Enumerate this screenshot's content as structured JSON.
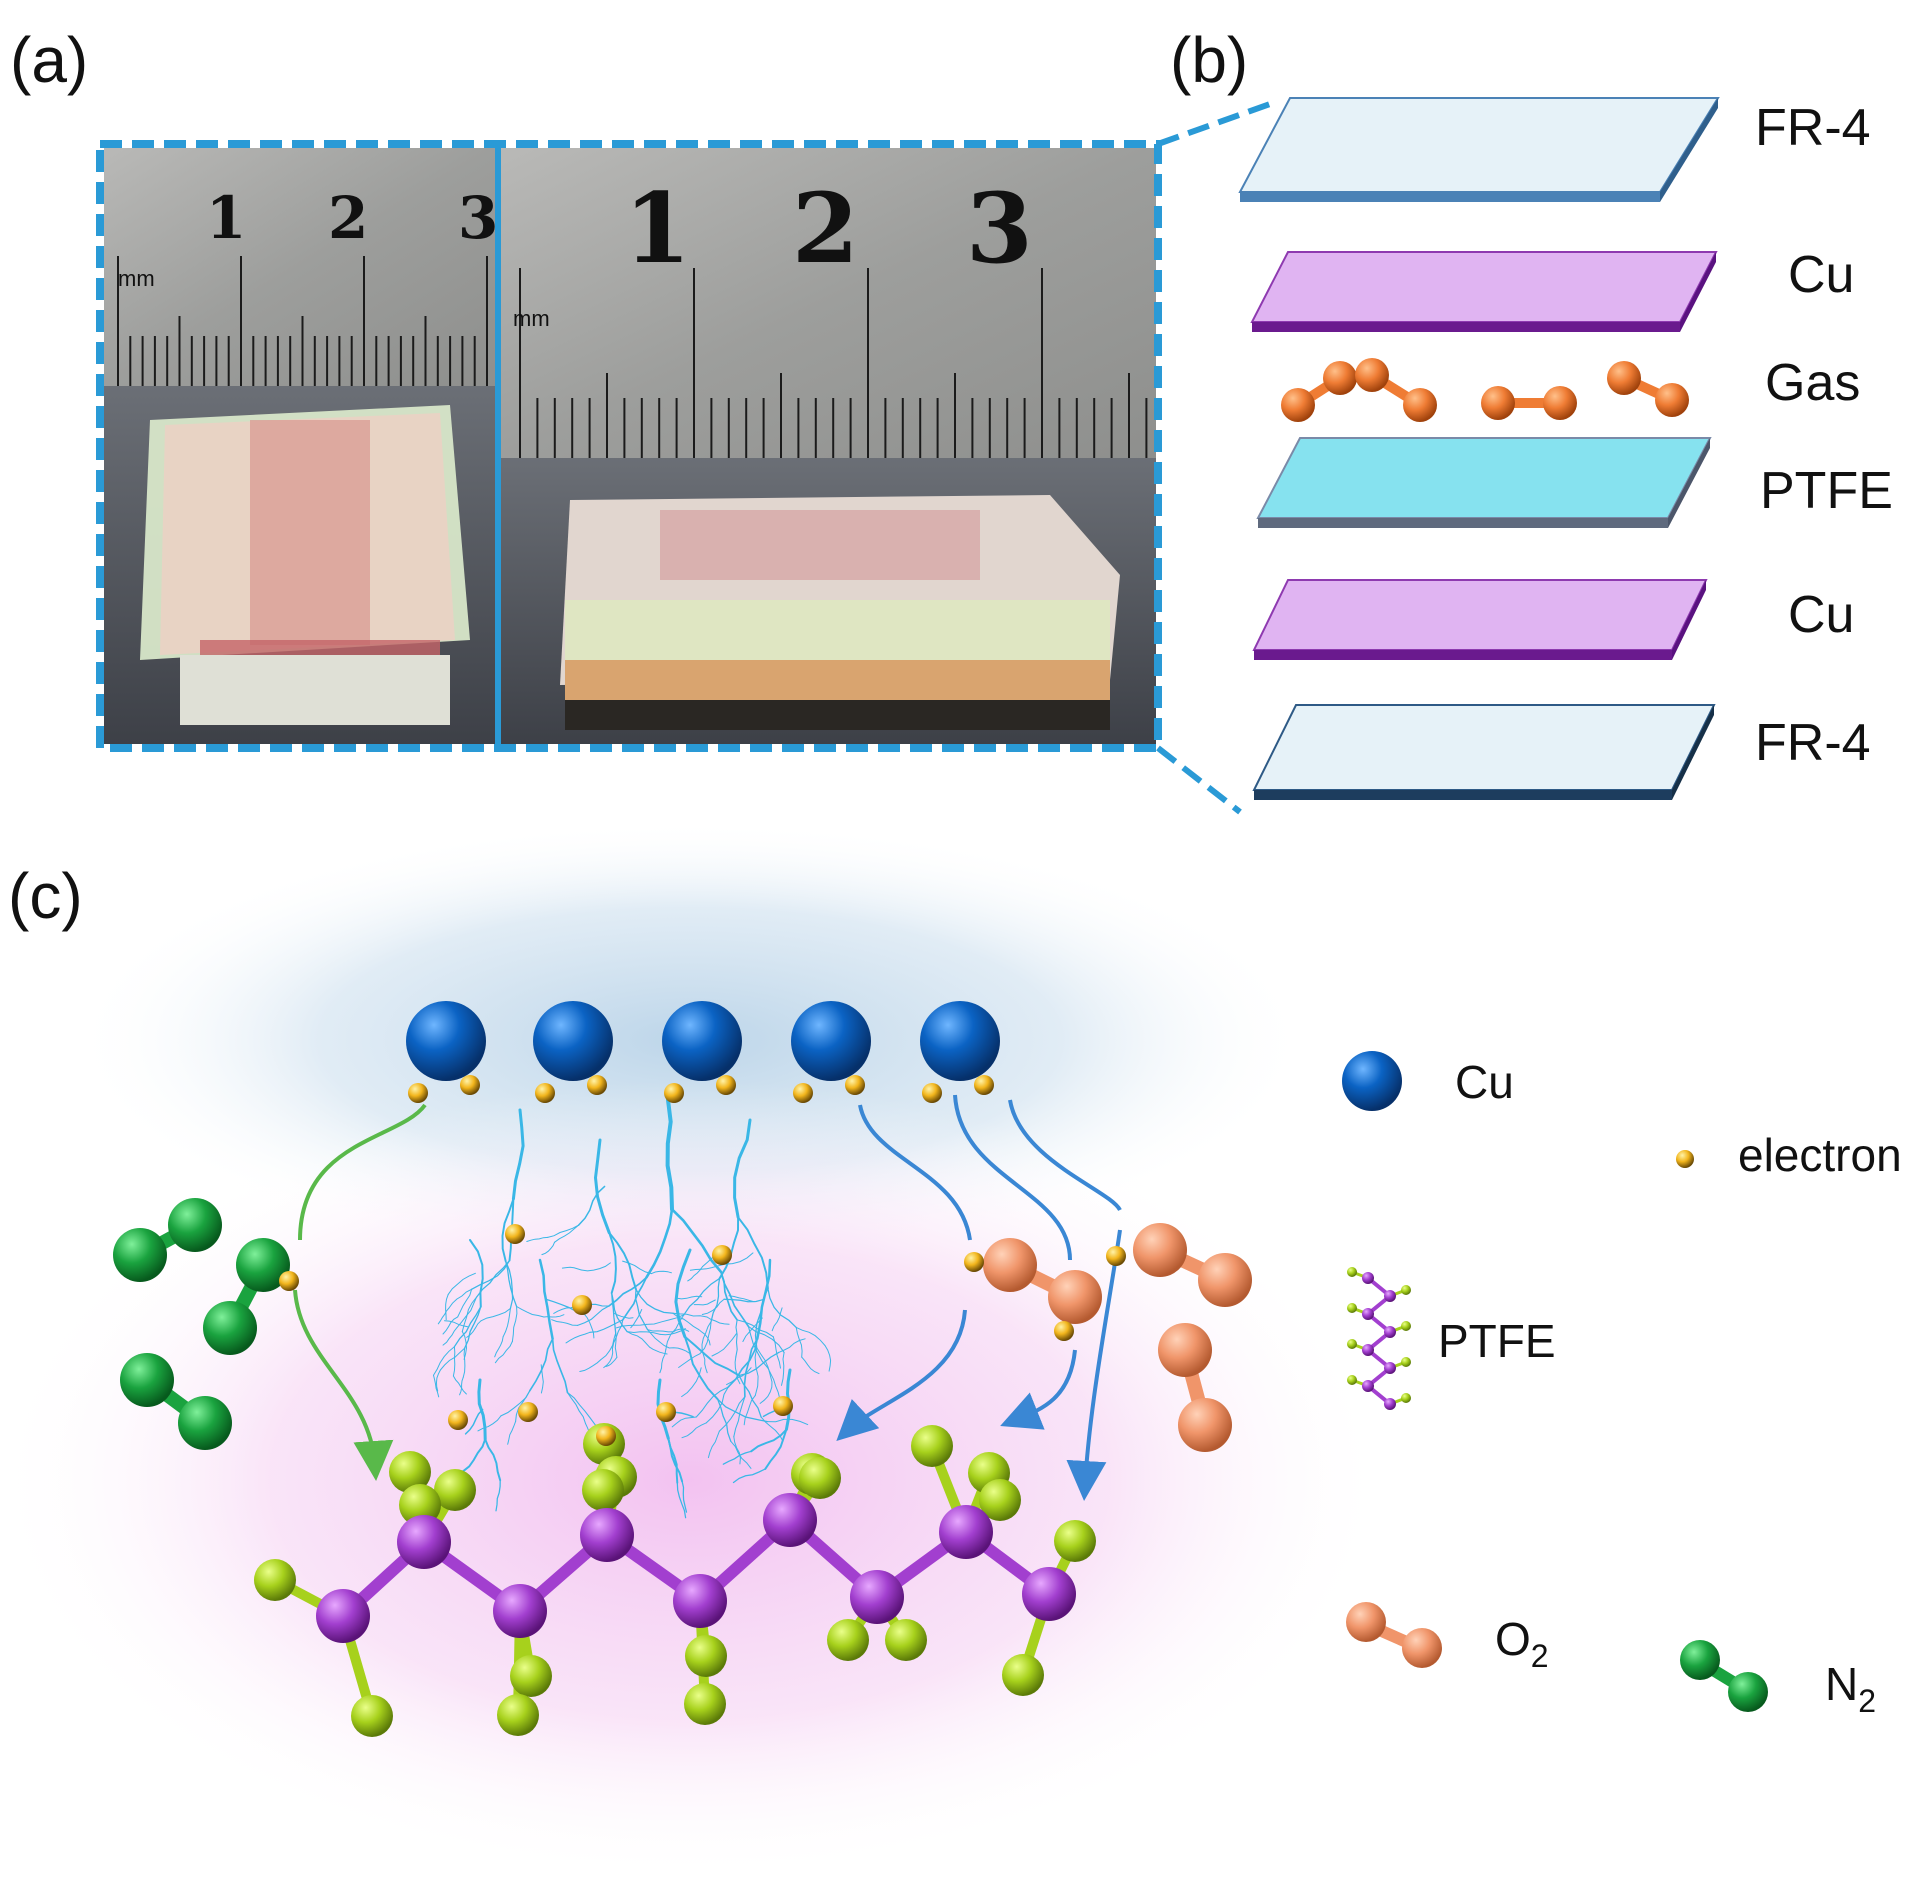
{
  "panels": {
    "a": "(a)",
    "b": "(b)",
    "c": "(c)"
  },
  "photos": {
    "left": {
      "unit": "mm",
      "ticks": [
        "1",
        "2",
        "3"
      ]
    },
    "right": {
      "unit": "mm",
      "ticks": [
        "1",
        "2",
        "3"
      ]
    }
  },
  "layers": [
    "FR-4",
    "Cu",
    "Gas",
    "PTFE",
    "Cu",
    "FR-4"
  ],
  "legend": {
    "cu": "Cu",
    "electron": "electron",
    "ptfe": "PTFE",
    "n2": "N",
    "n2_sub": "2",
    "o2": "O",
    "o2_sub": "2"
  },
  "colors": {
    "frame": "#2a9ad6",
    "fr4": "#e6f2f8",
    "cu_layer": "#e0b4f2",
    "ptfe_layer": "#86e2ef",
    "gas": "#ef7c34",
    "cu_atom": "#0b63c4",
    "electron": "#f2b51c",
    "carbon": "#a23fcf",
    "fluorine": "#a7d11c",
    "n2": "#1aa33f",
    "o2": "#f0956a",
    "discharge": "#3ab7e6",
    "arrow_green": "#59b94a",
    "arrow_blue": "#3a87d4"
  }
}
